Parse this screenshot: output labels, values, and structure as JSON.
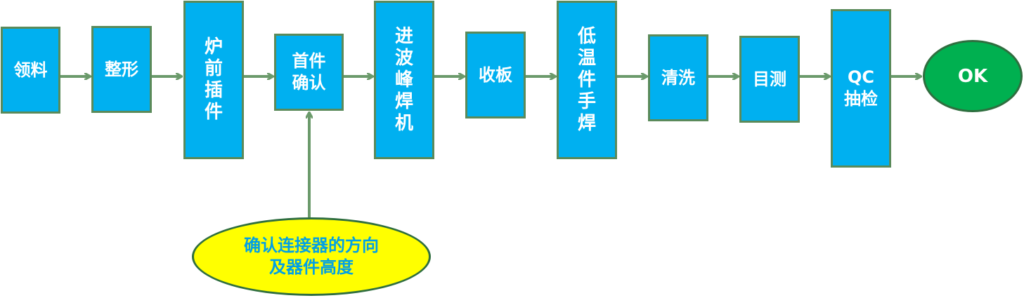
{
  "steps": [
    {
      "label": "领料"
    },
    {
      "label": "整形"
    },
    {
      "label": "炉前插件"
    },
    {
      "label": "首件确认"
    },
    {
      "label": "进波峰焊机"
    },
    {
      "label": "收板"
    },
    {
      "label": "低温件手焊"
    },
    {
      "label": "清洗"
    },
    {
      "label": "目测"
    },
    {
      "label": "QC抽检"
    }
  ],
  "end": {
    "label": "OK"
  },
  "note": {
    "label": "确认连接器的方向及器件高度"
  },
  "colors": {
    "box_fill": "#00b0f0",
    "box_border": "#5a8a5a",
    "arrow": "#6b9a6b",
    "end_fill": "#00b050",
    "note_fill": "#ffff00",
    "note_text": "#00a0e6"
  }
}
